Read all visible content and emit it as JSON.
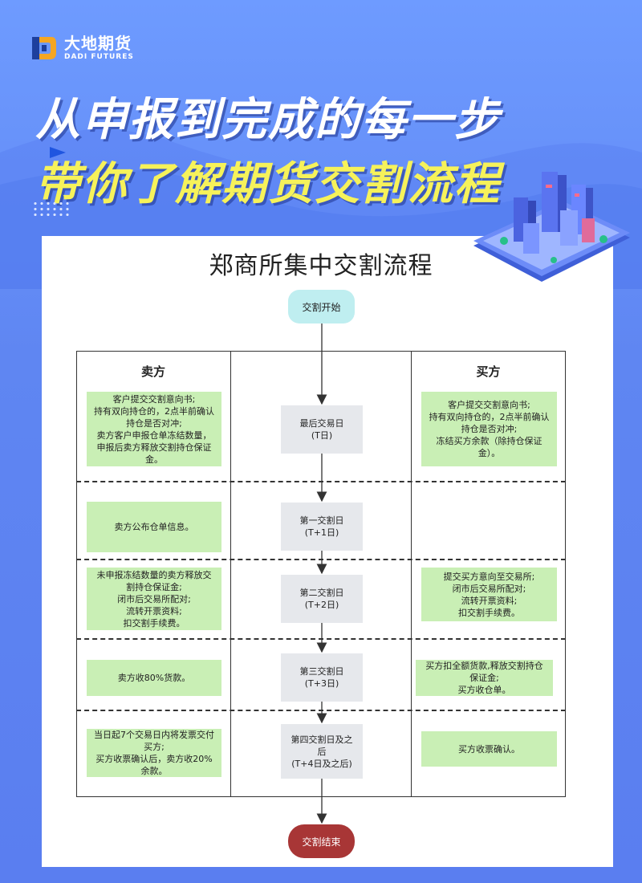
{
  "brand": {
    "name_cn": "大地期货",
    "name_en": "DADI FUTURES"
  },
  "headline": {
    "line1": "从申报到完成的每一步",
    "line2": "带你了解期货交割流程"
  },
  "chart_title": "郑商所集中交割流程",
  "start_label": "交割开始",
  "end_label": "交割结束",
  "lanes": {
    "seller": "卖方",
    "buyer": "买方"
  },
  "stages": [
    {
      "line1": "最后交易日",
      "line2": "(T日)"
    },
    {
      "line1": "第一交割日",
      "line2": "(T+1日)"
    },
    {
      "line1": "第二交割日",
      "line2": "(T+2日)"
    },
    {
      "line1": "第三交割日",
      "line2": "(T+3日)"
    },
    {
      "line1": "第四交割日及之",
      "line2": "后",
      "line3": "(T+4日及之后)"
    }
  ],
  "seller_steps": [
    [
      "客户提交交割意向书;",
      "持有双向持仓的，2点半前确认",
      "持仓是否对冲;",
      "卖方客户申报仓单冻结数量，",
      "申报后卖方释放交割持仓保证",
      "金。"
    ],
    [
      "卖方公布仓单信息。"
    ],
    [
      "未申报冻结数量的卖方释放交",
      "割持仓保证金;",
      "闭市后交易所配对;",
      "流转开票资料;",
      "扣交割手续费。"
    ],
    [
      "卖方收80%货款。"
    ],
    [
      "当日起7个交易日内将发票交付",
      "买方;",
      "买方收票确认后，卖方收20%",
      "余款。"
    ]
  ],
  "buyer_steps": [
    [
      "客户提交交割意向书;",
      "持有双向持仓的，2点半前确认",
      "持仓是否对冲;",
      "冻结买方余款（除持仓保证",
      "金）。"
    ],
    [],
    [
      "提交买方意向至交易所;",
      "闭市后交易所配对;",
      "流转开票资料;",
      "扣交割手续费。"
    ],
    [
      "买方扣全额货款,释放交割持仓",
      "保证金;",
      "买方收仓单。"
    ],
    [
      "买方收票确认。"
    ]
  ],
  "colors": {
    "background": "#6b8ff5",
    "headline_yellow": "#f6f25a",
    "step_green": "#c9efb5",
    "stage_gray": "#e6e8ec",
    "start_teal": "#bfeef0",
    "end_red": "#a83636"
  }
}
